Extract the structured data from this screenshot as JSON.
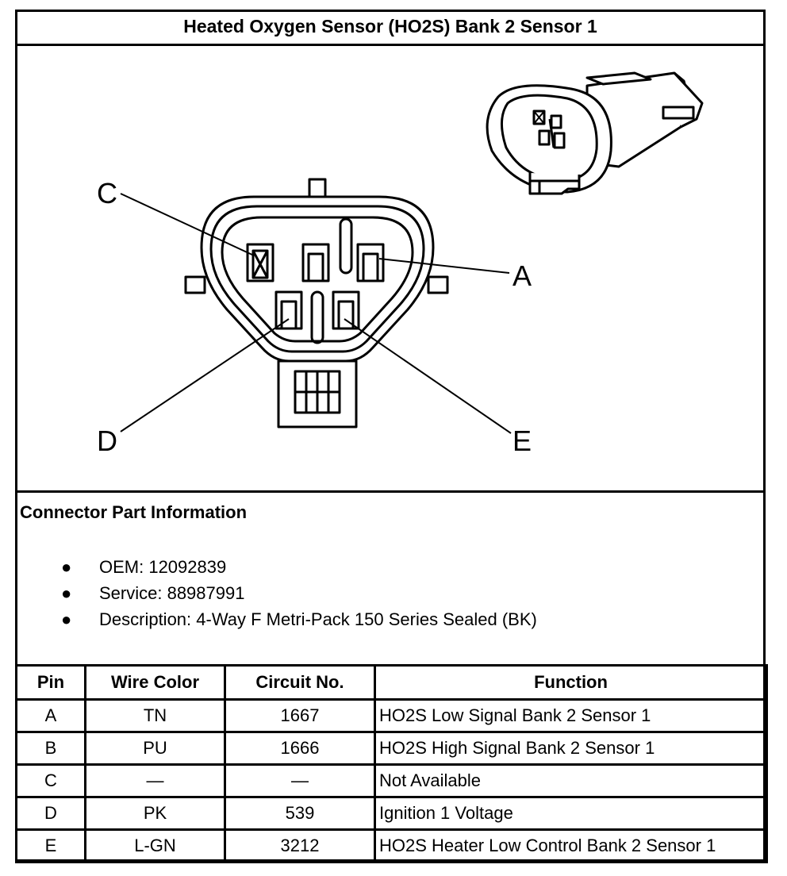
{
  "title": "Heated Oxygen Sensor (HO2S) Bank 2 Sensor 1",
  "diagram": {
    "pin_labels": [
      "C",
      "A",
      "D",
      "E"
    ]
  },
  "connector_info": {
    "heading": "Connector Part Information",
    "items": [
      "OEM: 12092839",
      "Service: 88987991",
      "Description: 4-Way F Metri-Pack 150 Series Sealed (BK)"
    ]
  },
  "table": {
    "headers": [
      "Pin",
      "Wire Color",
      "Circuit No.",
      "Function"
    ],
    "rows": [
      {
        "pin": "A",
        "wire_color": "TN",
        "circuit": "1667",
        "function": "HO2S Low Signal Bank 2 Sensor 1"
      },
      {
        "pin": "B",
        "wire_color": "PU",
        "circuit": "1666",
        "function": "HO2S High Signal Bank 2 Sensor 1"
      },
      {
        "pin": "C",
        "wire_color": "—",
        "circuit": "—",
        "function": "Not Available"
      },
      {
        "pin": "D",
        "wire_color": "PK",
        "circuit": "539",
        "function": "Ignition 1 Voltage"
      },
      {
        "pin": "E",
        "wire_color": "L-GN",
        "circuit": "3212",
        "function": "HO2S Heater Low Control Bank 2 Sensor 1"
      }
    ]
  }
}
